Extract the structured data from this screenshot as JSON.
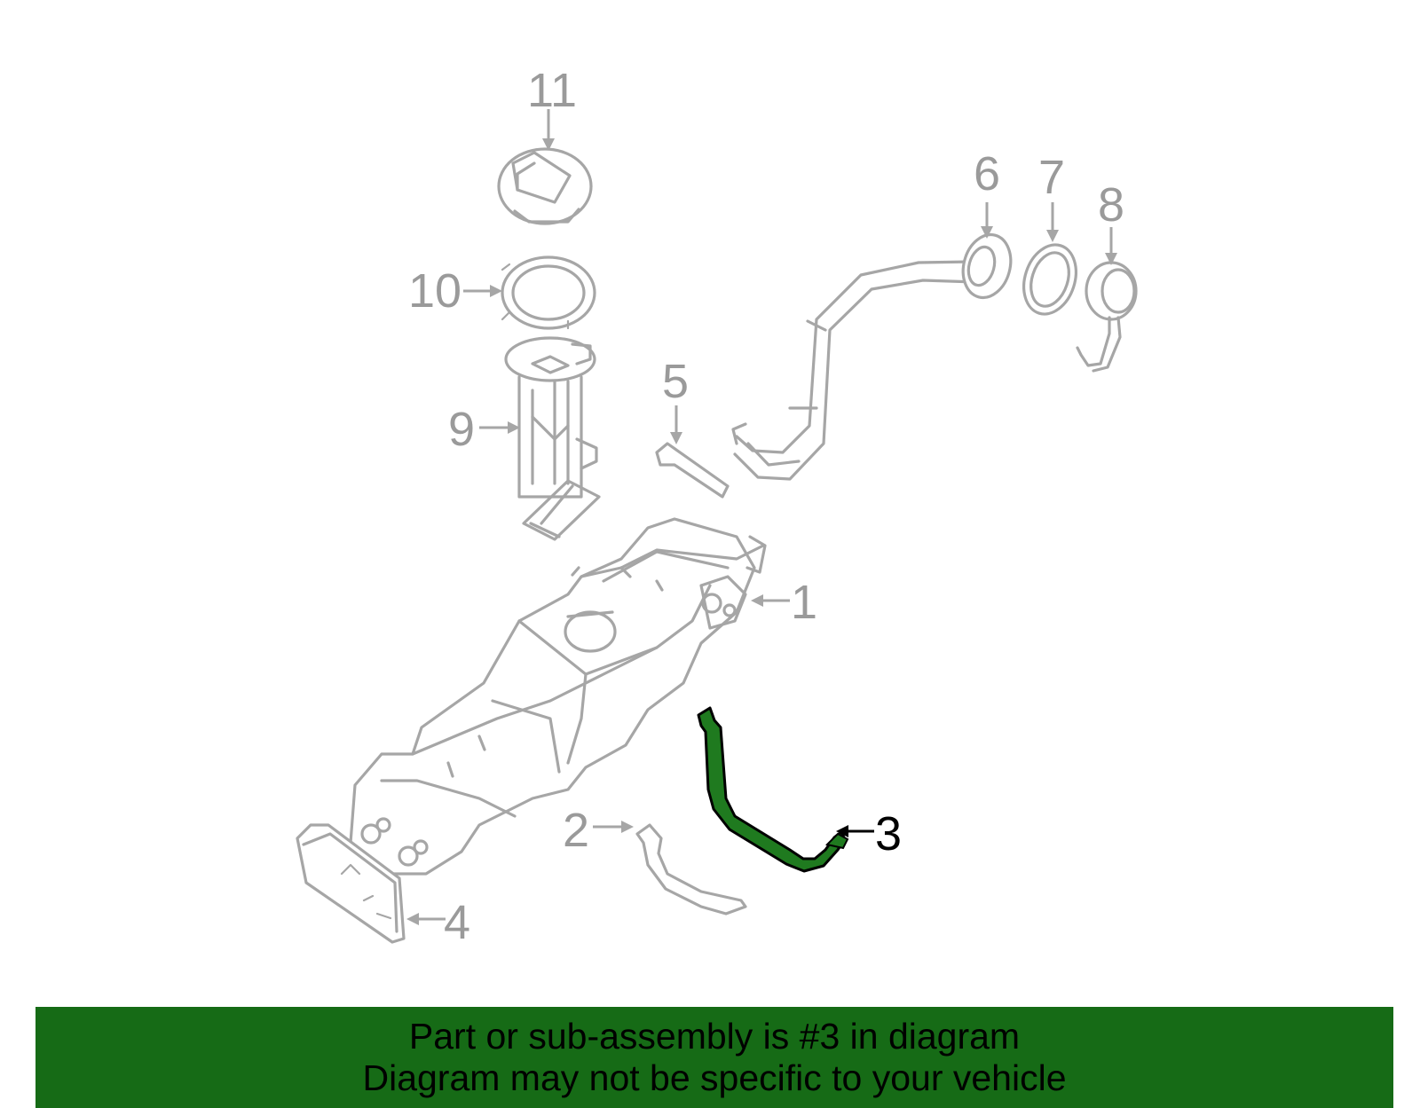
{
  "diagram": {
    "callouts": [
      "1",
      "2",
      "3",
      "4",
      "5",
      "6",
      "7",
      "8",
      "9",
      "10",
      "11"
    ],
    "highlighted_callout": "3",
    "colors": {
      "line_art": "#a6a6a6",
      "highlight_part": "#1f7a1f",
      "highlight_outline": "#000000",
      "banner_background": "#166b16"
    }
  },
  "banner": {
    "line1": "Part or sub-assembly is #3 in diagram",
    "line2": "Diagram may not be specific to your vehicle"
  }
}
